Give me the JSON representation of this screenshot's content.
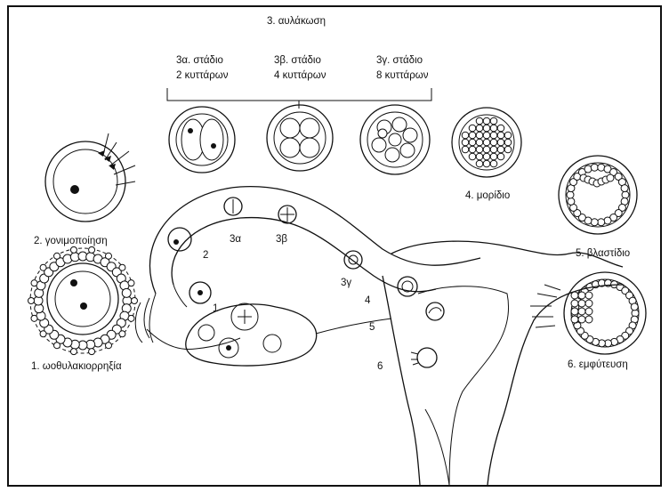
{
  "title": "3. αυλάκωση",
  "stages": {
    "s3a": {
      "line1": "3α. στάδιο",
      "line2": "2 κυττάρων"
    },
    "s3b": {
      "line1": "3β. στάδιο",
      "line2": "4 κυττάρων"
    },
    "s3c": {
      "line1": "3γ. στάδιο",
      "line2": "8 κυττάρων"
    }
  },
  "labels": {
    "morula": "4. μορίδιο",
    "fertilization": "2. γονιμοποίηση",
    "ovulation": "1. ωοθυλακιορρηξία",
    "blastocyst": "5. βλαστίδιο",
    "implantation": "6. εμφύτευση"
  },
  "path_markers": {
    "m1": "1",
    "m2": "2",
    "m3a": "3α",
    "m3b": "3β",
    "m3c": "3γ",
    "m4": "4",
    "m5": "5",
    "m6": "6"
  }
}
